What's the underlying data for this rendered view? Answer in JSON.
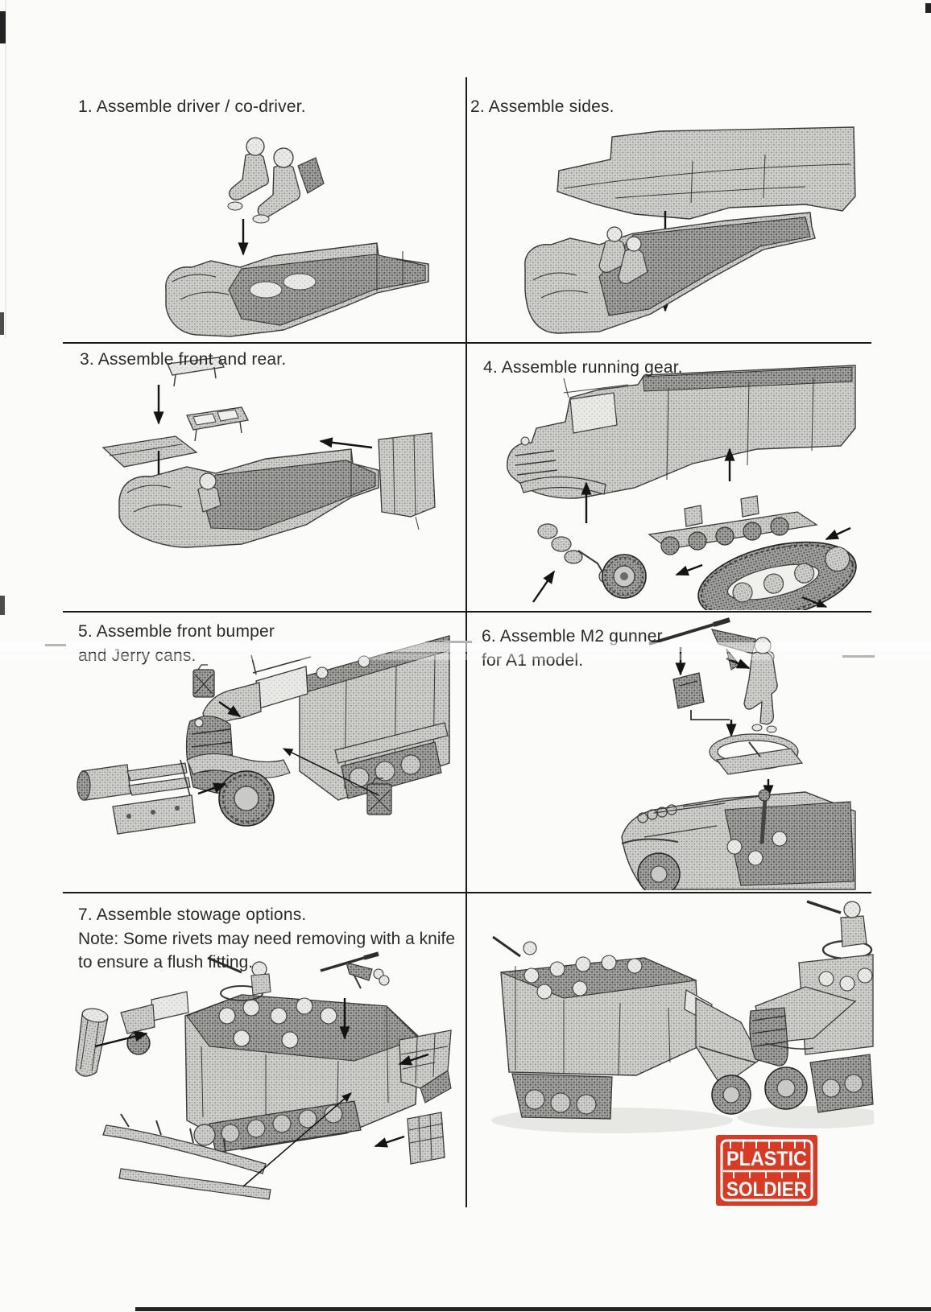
{
  "steps": [
    {
      "title_lines": [
        "1. Assemble driver / co-driver."
      ]
    },
    {
      "title_lines": [
        "2. Assemble sides."
      ]
    },
    {
      "title_lines": [
        "3. Assemble front and rear."
      ]
    },
    {
      "title_lines": [
        "4. Assemble running gear."
      ]
    },
    {
      "title_lines": [
        "5. Assemble front bumper",
        "and Jerry cans."
      ]
    },
    {
      "title_lines": [
        "6. Assemble M2 gunner",
        "for A1 model."
      ]
    },
    {
      "title_lines": [
        "7. Assemble stowage options."
      ],
      "note_lines": [
        "Note: Some rivets may need removing with a knife",
        "to ensure a flush fitting."
      ]
    }
  ],
  "logo": {
    "word_top": "PLASTIC",
    "word_bottom": "SOLDIER",
    "background_color": "#d93a23",
    "letter_color": "#ffffff"
  },
  "colors": {
    "paper": "#fbfbfa",
    "ink": "#2a2a2a",
    "divider": "#1a1a1a"
  }
}
